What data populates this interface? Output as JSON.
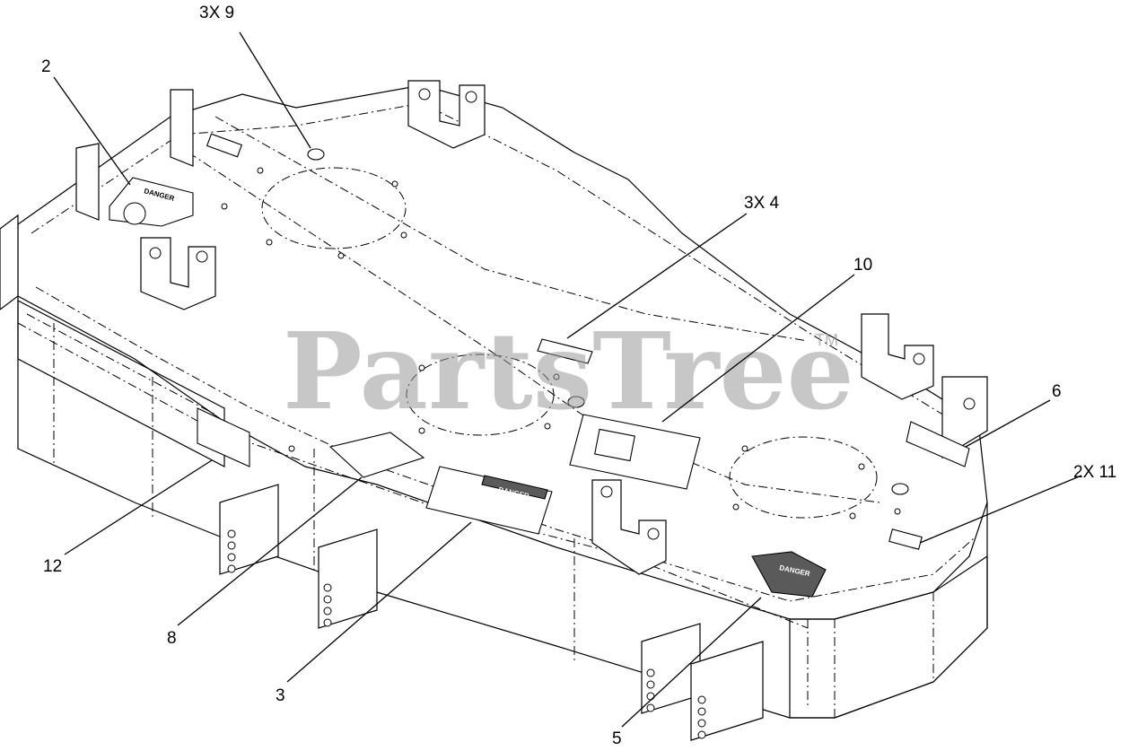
{
  "watermark": {
    "text": "PartsTree",
    "trademark": "TM"
  },
  "decal_text": {
    "danger": "DANGER"
  },
  "callouts": [
    {
      "id": "c-3x9",
      "label": "3X 9"
    },
    {
      "id": "c-2",
      "label": "2"
    },
    {
      "id": "c-3x4",
      "label": "3X 4"
    },
    {
      "id": "c-10",
      "label": "10"
    },
    {
      "id": "c-6",
      "label": "6"
    },
    {
      "id": "c-2x11",
      "label": "2X 11"
    },
    {
      "id": "c-12",
      "label": "12"
    },
    {
      "id": "c-8",
      "label": "8"
    },
    {
      "id": "c-3",
      "label": "3"
    },
    {
      "id": "c-5",
      "label": "5"
    }
  ]
}
